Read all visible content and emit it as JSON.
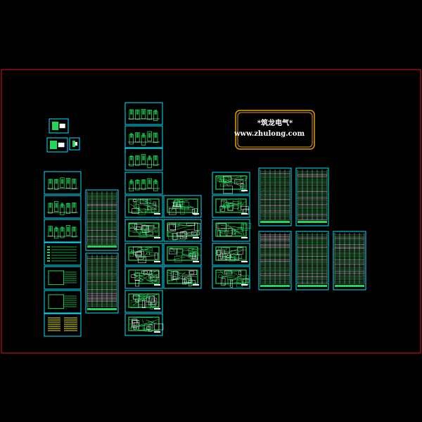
{
  "colors": {
    "background": "#000000",
    "frame": "#d9142b",
    "sheet_border": "#00e5ff",
    "drawing": "#1fd75a",
    "drawing_light": "#ffffff",
    "notes": "#e8e800",
    "logo_border": "#e0a000",
    "logo_text": "#ffffff"
  },
  "logo": {
    "title": "*筑龙电气*",
    "url": "www.zhulong.com"
  },
  "sheet_groups": [
    {
      "name": "cover-sheets",
      "count": 3,
      "kind": "cover"
    },
    {
      "name": "system-diagram-column",
      "count": 7,
      "kind": "system"
    },
    {
      "name": "distribution-table-column",
      "count": 2,
      "kind": "table"
    },
    {
      "name": "floor-plan-column-a",
      "count": 10,
      "kind": "plan"
    },
    {
      "name": "floor-plan-column-b",
      "count": 4,
      "kind": "plan"
    },
    {
      "name": "floor-plan-column-c",
      "count": 5,
      "kind": "plan"
    },
    {
      "name": "panel-schedule-sheets",
      "count": 5,
      "kind": "table"
    }
  ]
}
